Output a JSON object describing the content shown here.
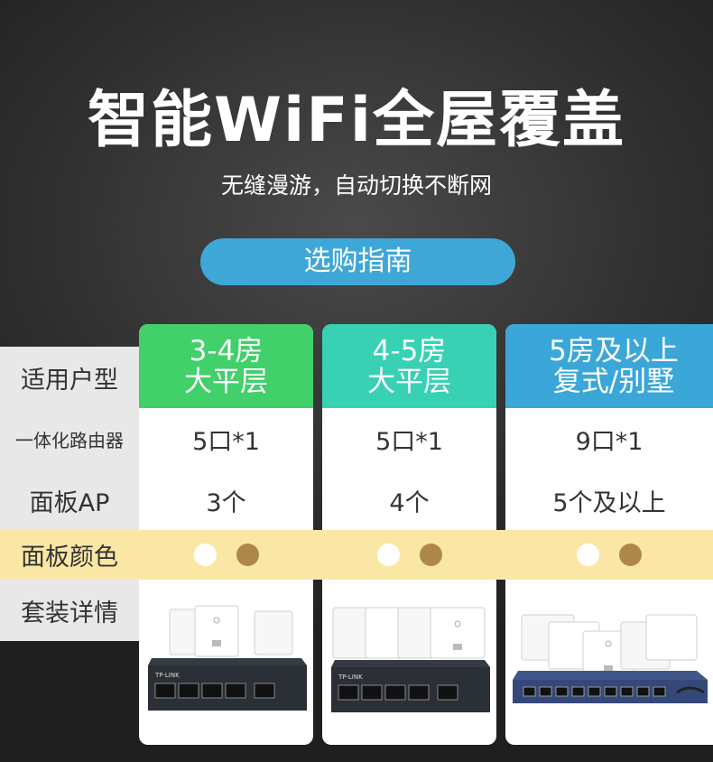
{
  "headline": "智能WiFi全屋覆盖",
  "subline": "无缝漫游，自动切换不断网",
  "guide_button": "选购指南",
  "labels": {
    "house_type": "适用户型",
    "router": "一体化路由器",
    "panel_ap": "面板AP",
    "panel_color": "面板颜色",
    "package": "套装详情"
  },
  "plans": [
    {
      "head_line1": "3-4房",
      "head_line2": "大平层",
      "router": "5口*1",
      "panel_ap": "3个",
      "color": "#41d06a"
    },
    {
      "head_line1": "4-5房",
      "head_line2": "大平层",
      "router": "5口*1",
      "panel_ap": "4个",
      "color": "#38d1b3"
    },
    {
      "head_line1": "5房及以上",
      "head_line2": "复式/别墅",
      "router": "9口*1",
      "panel_ap": "5个及以上",
      "color": "#3aa7d8"
    }
  ],
  "panel_colors": [
    "#ffffff",
    "#ad8848"
  ],
  "product_brand": "TP-LINK"
}
